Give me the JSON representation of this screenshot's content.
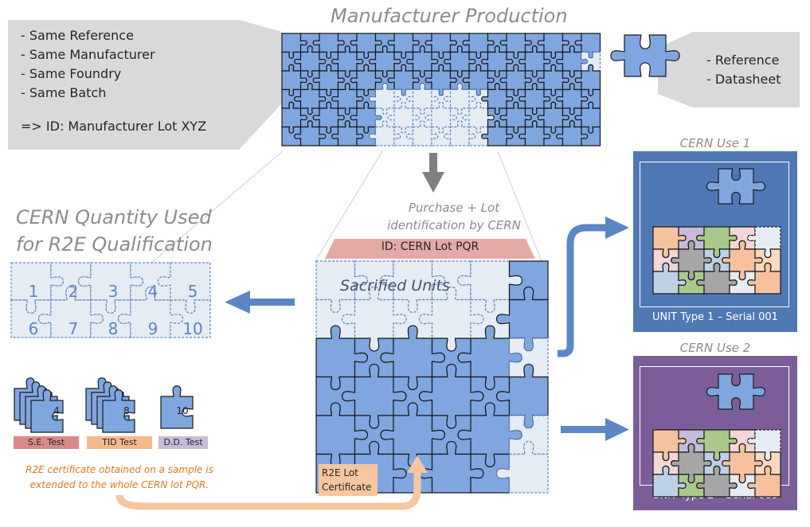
{
  "title": "Manufacturer Production",
  "lot_box": {
    "lines": [
      "- Same Reference",
      "- Same Manufacturer",
      "- Same Foundry",
      "- Same Batch"
    ],
    "id_line": "=> ID: Manufacturer Lot XYZ"
  },
  "ref_box": {
    "lines": [
      "- Reference",
      "- Datasheet"
    ]
  },
  "purchase": {
    "line1": "Purchase + Lot",
    "line2": "identification by CERN"
  },
  "cern_lot_id": "ID: CERN Lot  PQR",
  "sacrified_label": "Sacrified Units",
  "r2e_lot_certificate": {
    "line1": "R2E Lot",
    "line2": "Certificate"
  },
  "qualification": {
    "title_line1": "CERN Quantity Used",
    "title_line2": "for R2E Qualification",
    "numbers": [
      "1",
      "2",
      "3",
      "4",
      "5",
      "6",
      "7",
      "8",
      "9",
      "10"
    ]
  },
  "samples": [
    {
      "number": "4",
      "test": "S.E. Test",
      "color": "#d88a8a"
    },
    {
      "number": "8",
      "test": "TID Test",
      "color": "#f6b98e"
    },
    {
      "number": "10",
      "test": "D.D. Test",
      "color": "#c5bcd9"
    }
  ],
  "certificate_note": {
    "line1": "R2E certificate obtained on a sample is",
    "line2": "extended to the whole CERN lot PQR."
  },
  "uses": [
    {
      "title": "CERN Use 1",
      "unit": "UNIT Type 1 – Serial 001",
      "color": "#4f79b4"
    },
    {
      "title": "CERN Use 2",
      "unit": "UNIT Type 2 – Serial 069",
      "color": "#7b5d9a"
    }
  ],
  "colors": {
    "piece_blue": "#7fa6df",
    "piece_pale": "#e6ecf4",
    "outline": "#1a1a1a",
    "arrow_blue": "#5b86c8",
    "arrow_grey": "#7f7f7f",
    "arrow_peach": "#f6c6a0",
    "callout_grey": "#d9d9d9",
    "orange_text": "#e07b23"
  }
}
